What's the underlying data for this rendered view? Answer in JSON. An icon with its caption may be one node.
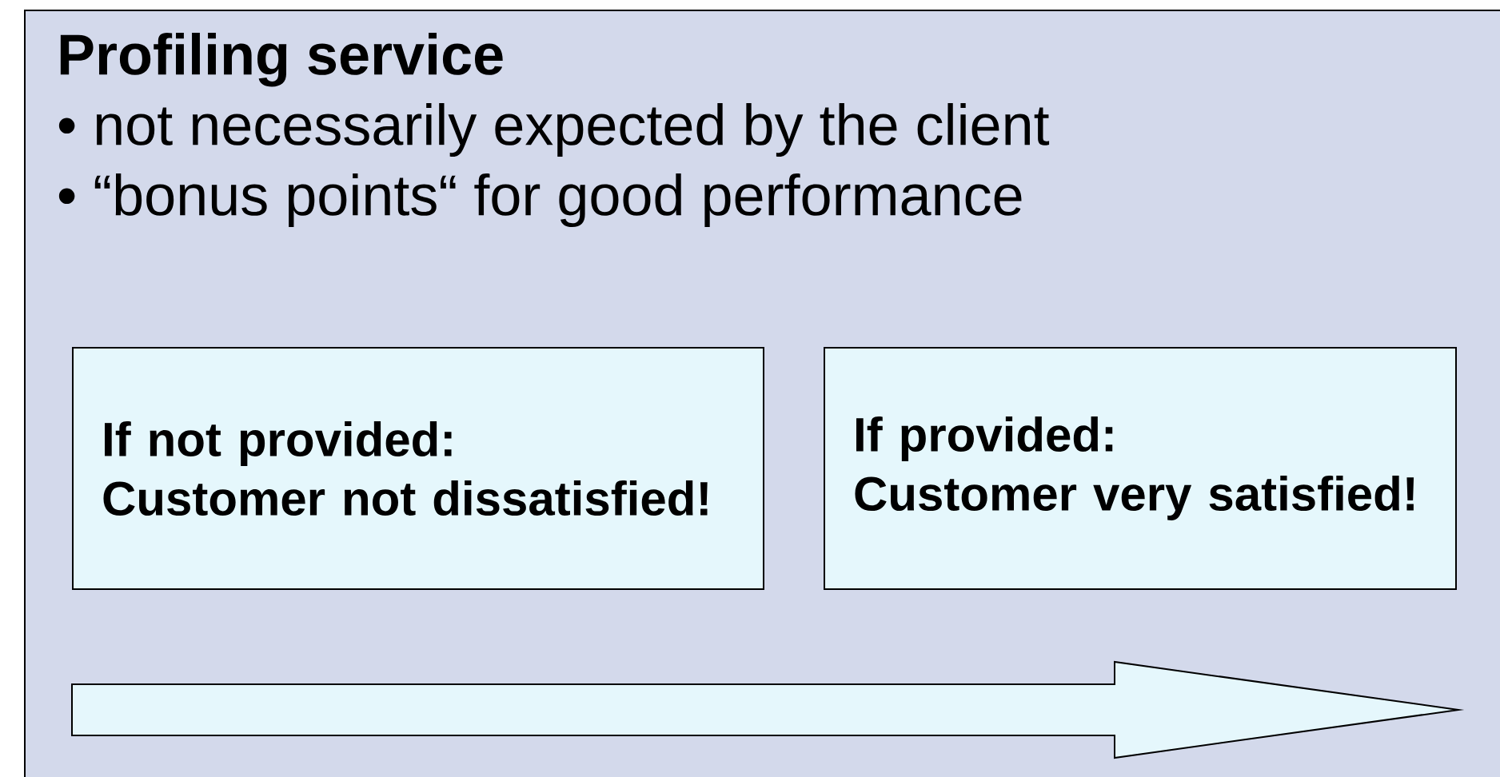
{
  "diagram": {
    "nodes": [
      {
        "text": [
          "Profiling service",
          "• not necessarily expected by the client",
          "• “bonus points“ for good performance"
        ]
      },
      {
        "text": [
          "If not provided:",
          "Customer not dissatisfied!"
        ],
        "in": 0
      },
      {
        "text": [
          "If provided:",
          "Customer very satisfied!"
        ],
        "in": 0
      }
    ]
  }
}
